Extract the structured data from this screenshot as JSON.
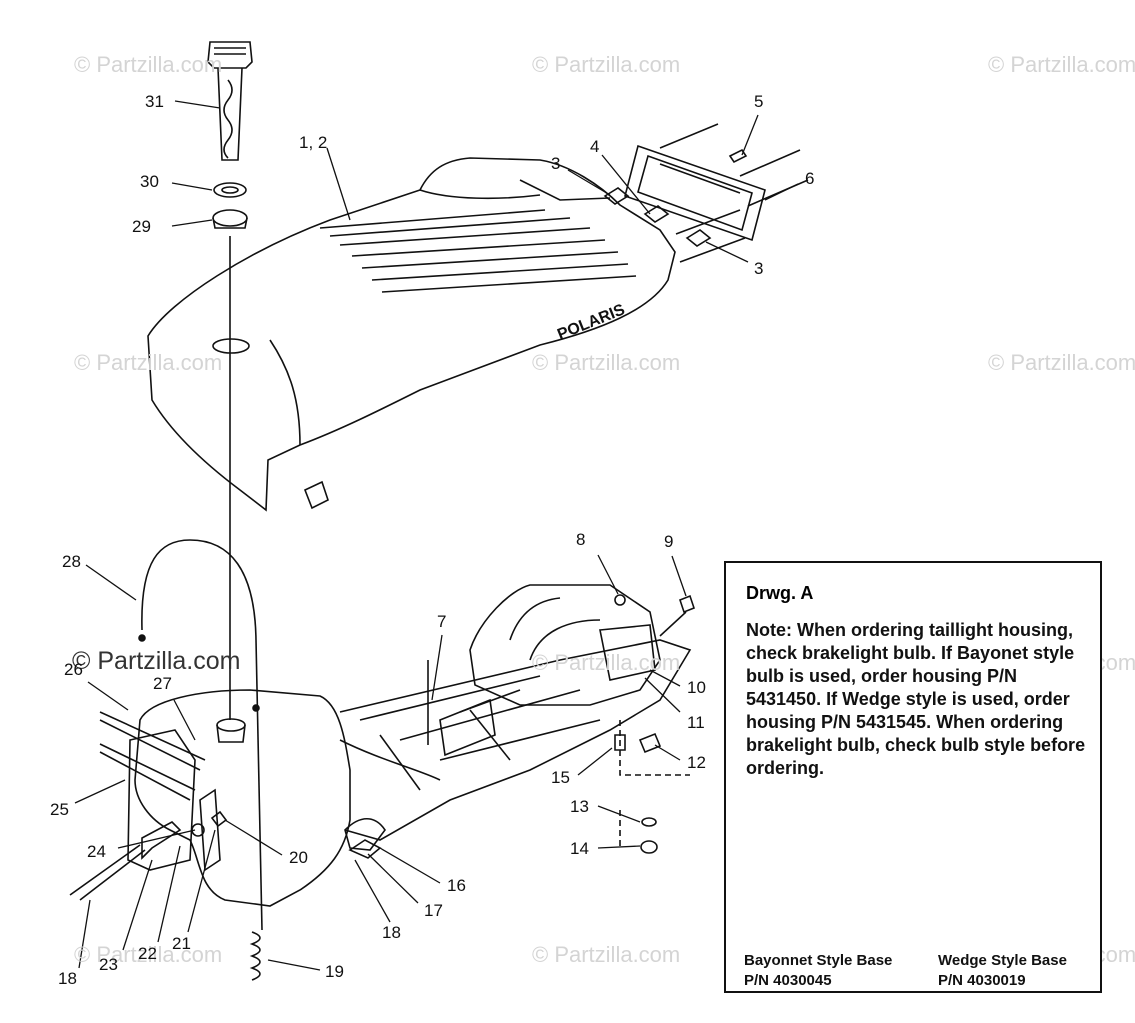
{
  "watermark": "© Partzilla.com",
  "watermark_dark": "© Partzilla.com",
  "brand_logo": "POLARIS",
  "callouts": {
    "c31": "31",
    "c30": "30",
    "c29": "29",
    "c1_2": "1, 2",
    "c3a": "3",
    "c4": "4",
    "c5": "5",
    "c6": "6",
    "c3b": "3",
    "c8": "8",
    "c9": "9",
    "c7": "7",
    "c28": "28",
    "c26": "26",
    "c27": "27",
    "c10": "10",
    "c11": "11",
    "c12": "12",
    "c15": "15",
    "c13": "13",
    "c14": "14",
    "c25": "25",
    "c24": "24",
    "c20": "20",
    "c16": "16",
    "c17": "17",
    "c18a": "18",
    "c21": "21",
    "c22": "22",
    "c23": "23",
    "c18b": "18",
    "c19": "19"
  },
  "drawing_a": {
    "title": "Drwg. A",
    "note": "Note: When ordering taillight housing, check brakelight bulb.  If Bayonet style bulb is  used, order housing P/N 5431450.  If Wedge style is used, order housing P/N 5431545.  When ordering brakelight bulb, check bulb style before ordering.",
    "bayonet_label": "Bayonnet Style Base",
    "bayonet_pn": "P/N 4030045",
    "wedge_label": "Wedge Style Base",
    "wedge_pn": "P/N 4030019"
  }
}
